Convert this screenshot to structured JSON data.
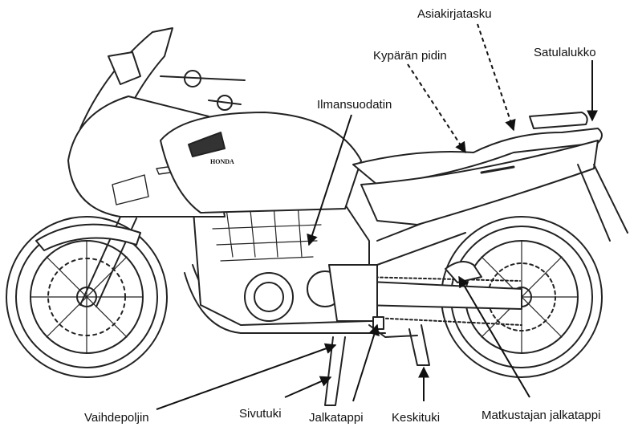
{
  "labels": {
    "document_pocket": "Asiakirjatasku",
    "helmet_holder": "Kypärän pidin",
    "seat_lock": "Satulalukko",
    "air_filter": "Ilmansuodatin",
    "shift_pedal": "Vaihdepoljin",
    "side_stand": "Sivutuki",
    "footpeg": "Jalkatappi",
    "center_stand": "Keskituki",
    "passenger_footpeg": "Matkustajan jalkatappi"
  },
  "tank_logo": "HONDA",
  "illustration": "motorcycle-left-side-line-drawing"
}
